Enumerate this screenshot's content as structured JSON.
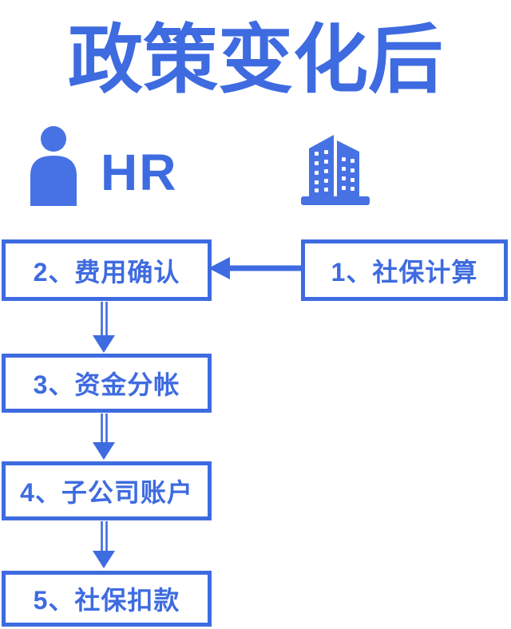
{
  "title": "政策变化后",
  "colors": {
    "accent_blue": "#3E6BE0",
    "icon_blue": "#4672E4",
    "background": "#FFFFFF",
    "box_fill": "#FFFFFF"
  },
  "actors": {
    "hr": {
      "label": "HR",
      "icon": "person-icon"
    },
    "company": {
      "icon": "building-icon"
    }
  },
  "flow": {
    "steps": [
      {
        "id": "step1",
        "label": "1、社保计算"
      },
      {
        "id": "step2",
        "label": "2、费用确认"
      },
      {
        "id": "step3",
        "label": "3、资金分帐"
      },
      {
        "id": "step4",
        "label": "4、子公司账户"
      },
      {
        "id": "step5",
        "label": "5、社保扣款"
      }
    ],
    "arrows": [
      {
        "from": "step1",
        "to": "step2",
        "direction": "left"
      },
      {
        "from": "step2",
        "to": "step3",
        "direction": "down"
      },
      {
        "from": "step3",
        "to": "step4",
        "direction": "down"
      },
      {
        "from": "step4",
        "to": "step5",
        "direction": "down"
      }
    ]
  }
}
